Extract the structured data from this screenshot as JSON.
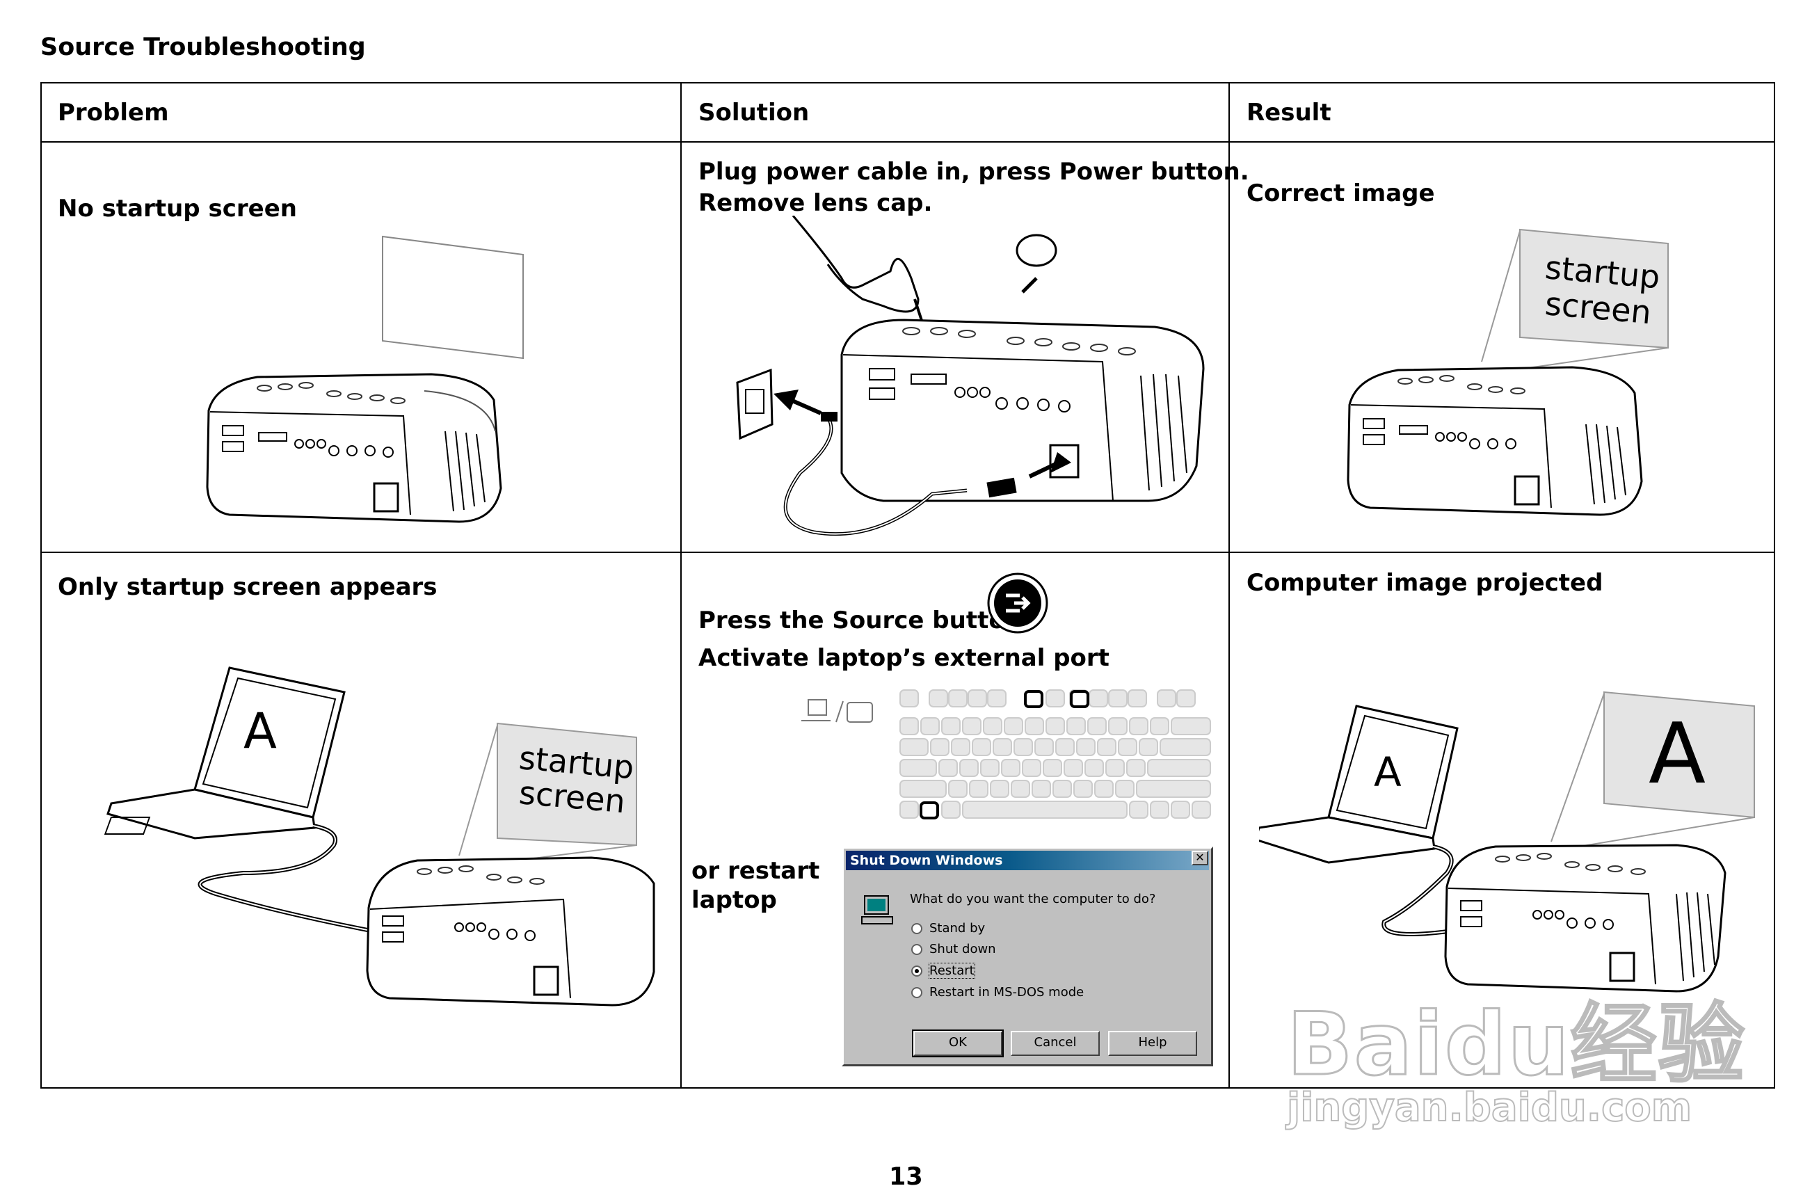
{
  "heading": "Source Troubleshooting",
  "table": {
    "headers": [
      "Problem",
      "Solution",
      "Result"
    ],
    "rows": [
      {
        "problem": "No startup screen",
        "solution_line1": "Plug power cable in, press Power button.",
        "solution_line2": "Remove lens cap.",
        "result": "Correct image",
        "result_screen_line1": "startup",
        "result_screen_line2": "screen"
      },
      {
        "problem": "Only startup screen appears",
        "problem_screen_line1": "startup",
        "problem_screen_line2": "screen",
        "problem_laptop_letter": "A",
        "solution_line1": "Press the Source button",
        "solution_line2": "Activate laptop’s external port",
        "solution_alt_line1": "or restart",
        "solution_alt_line2": "laptop",
        "result": "Computer image projected",
        "result_laptop_letter": "A",
        "result_screen_letter": "A"
      }
    ]
  },
  "dialog": {
    "title": "Shut Down Windows",
    "close": "✕",
    "question": "What do you want the computer to do?",
    "options": [
      "Stand by",
      "Shut down",
      "Restart",
      "Restart in MS-DOS mode"
    ],
    "selected": "Restart",
    "buttons": [
      "OK",
      "Cancel",
      "Help"
    ]
  },
  "page_number": "13",
  "watermark": {
    "line1": "Baidu经验",
    "line2": "jingyan.baidu.com"
  },
  "icons": {
    "source_button": "source-icon",
    "laptop_port": "laptop-monitor-icon",
    "computer": "computer-icon"
  }
}
